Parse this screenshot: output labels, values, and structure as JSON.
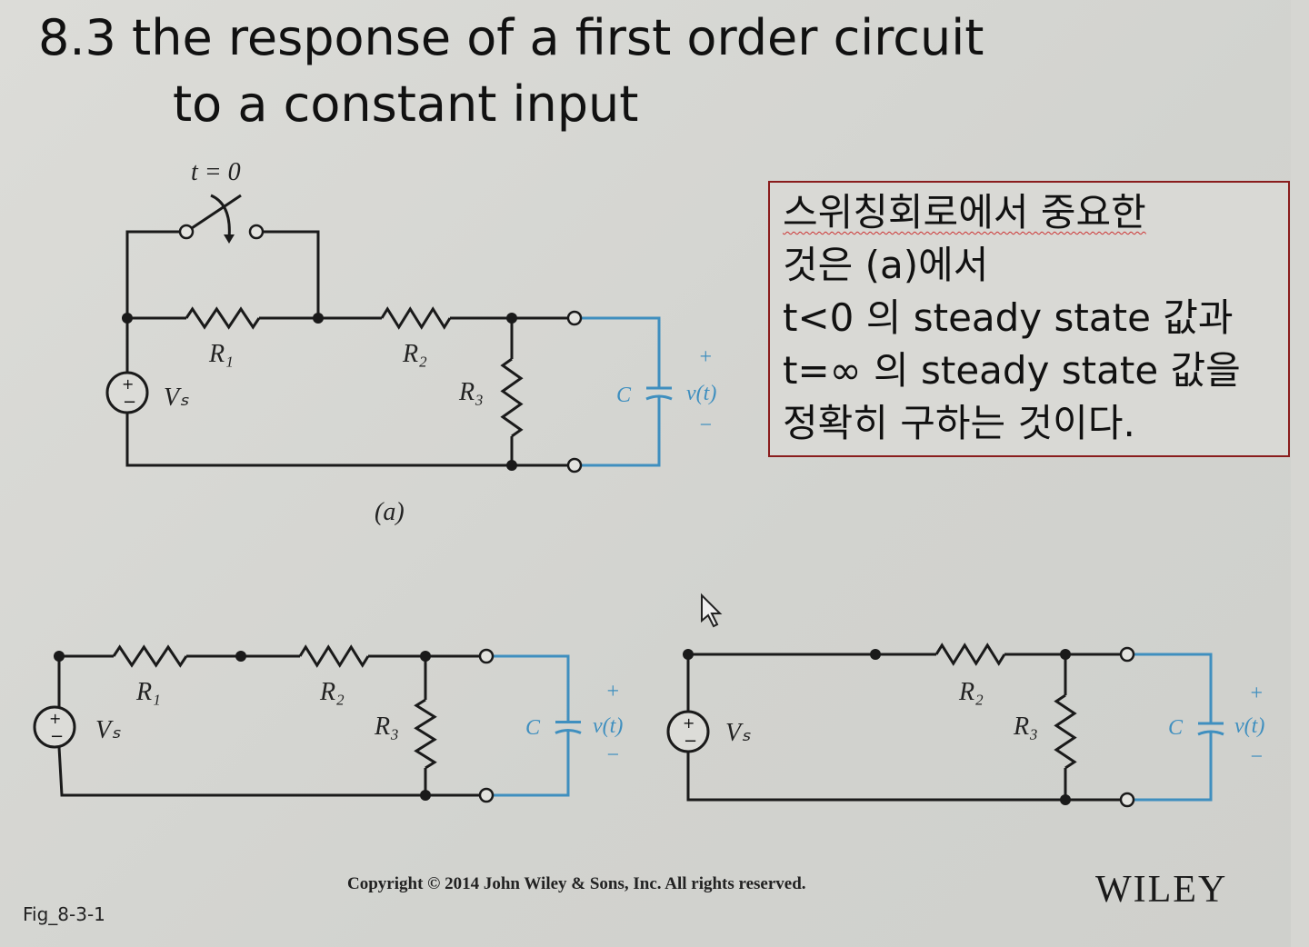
{
  "slide": {
    "title_line1": "8.3  the response of a first order circuit",
    "title_line2": "to a constant input",
    "note_lines": [
      "스위칭회로에서 중요한",
      "것은 (a)에서",
      "t<0 의 steady state 값과",
      "t=∞ 의 steady state 값을",
      "정확히 구하는 것이다."
    ],
    "copyright": "Copyright © 2014 John Wiley & Sons, Inc. All rights reserved.",
    "logo": "WILEY",
    "figure_id": "Fig_8-3-1"
  },
  "circuits": {
    "switch_label": "t = 0",
    "caption_a": "(a)",
    "r1": "R₁",
    "r2": "R₂",
    "r3": "R₃",
    "vs": "Vₛ",
    "c": "C",
    "v": "v(t)",
    "plus": "+",
    "minus": "−"
  },
  "colors": {
    "wire": "#1a1a1a",
    "capacitor": "#3f8fbf",
    "note_border": "#8a1d1d"
  }
}
